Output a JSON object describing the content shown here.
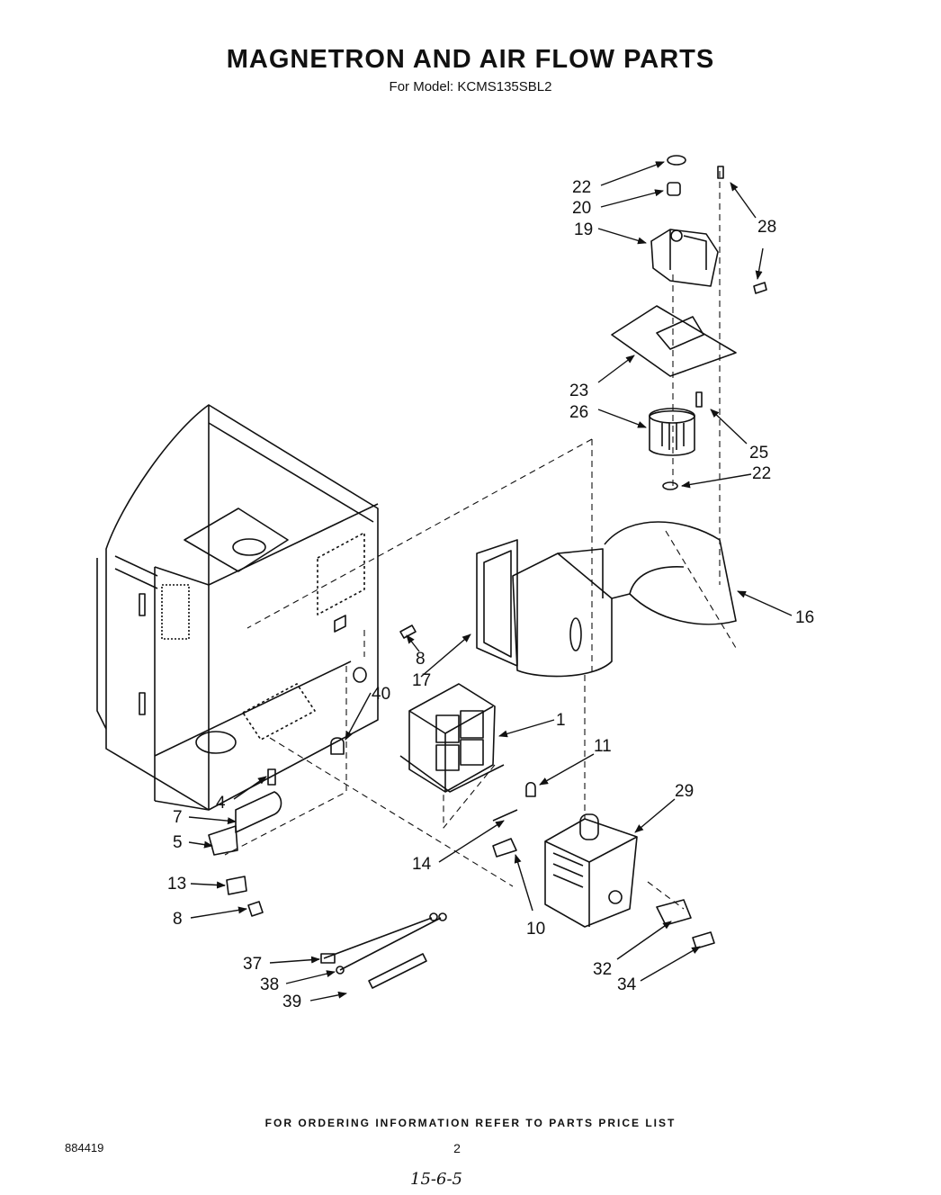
{
  "header": {
    "title": "MAGNETRON AND AIR FLOW PARTS",
    "subtitle": "For Model: KCMS135SBL2"
  },
  "callouts": [
    {
      "id": "c22a",
      "label": "22"
    },
    {
      "id": "c20",
      "label": "20"
    },
    {
      "id": "c19",
      "label": "19"
    },
    {
      "id": "c28",
      "label": "28"
    },
    {
      "id": "c23",
      "label": "23"
    },
    {
      "id": "c26",
      "label": "26"
    },
    {
      "id": "c25",
      "label": "25"
    },
    {
      "id": "c22b",
      "label": "22"
    },
    {
      "id": "c16",
      "label": "16"
    },
    {
      "id": "c8a",
      "label": "8"
    },
    {
      "id": "c17",
      "label": "17"
    },
    {
      "id": "c40",
      "label": "40"
    },
    {
      "id": "c1",
      "label": "1"
    },
    {
      "id": "c11",
      "label": "11"
    },
    {
      "id": "c29",
      "label": "29"
    },
    {
      "id": "c4",
      "label": "4"
    },
    {
      "id": "c7",
      "label": "7"
    },
    {
      "id": "c5",
      "label": "5"
    },
    {
      "id": "c13",
      "label": "13"
    },
    {
      "id": "c8b",
      "label": "8"
    },
    {
      "id": "c14",
      "label": "14"
    },
    {
      "id": "c10",
      "label": "10"
    },
    {
      "id": "c37",
      "label": "37"
    },
    {
      "id": "c38",
      "label": "38"
    },
    {
      "id": "c39",
      "label": "39"
    },
    {
      "id": "c32",
      "label": "32"
    },
    {
      "id": "c34",
      "label": "34"
    }
  ],
  "footer": {
    "ordering_note": "FOR ORDERING INFORMATION REFER TO PARTS PRICE LIST",
    "doc_number": "884419",
    "page_number": "2",
    "handwritten": "15-6-5"
  }
}
